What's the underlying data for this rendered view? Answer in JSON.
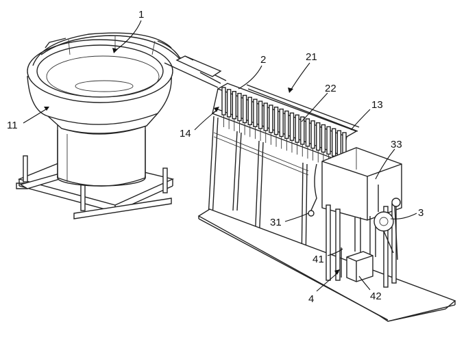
{
  "labels": {
    "l1": "1",
    "l2": "2",
    "l21": "21",
    "l22": "22",
    "l13": "13",
    "l11": "11",
    "l14": "14",
    "l33": "33",
    "l3": "3",
    "l31": "31",
    "l41": "41",
    "l4": "4",
    "l42": "42"
  }
}
